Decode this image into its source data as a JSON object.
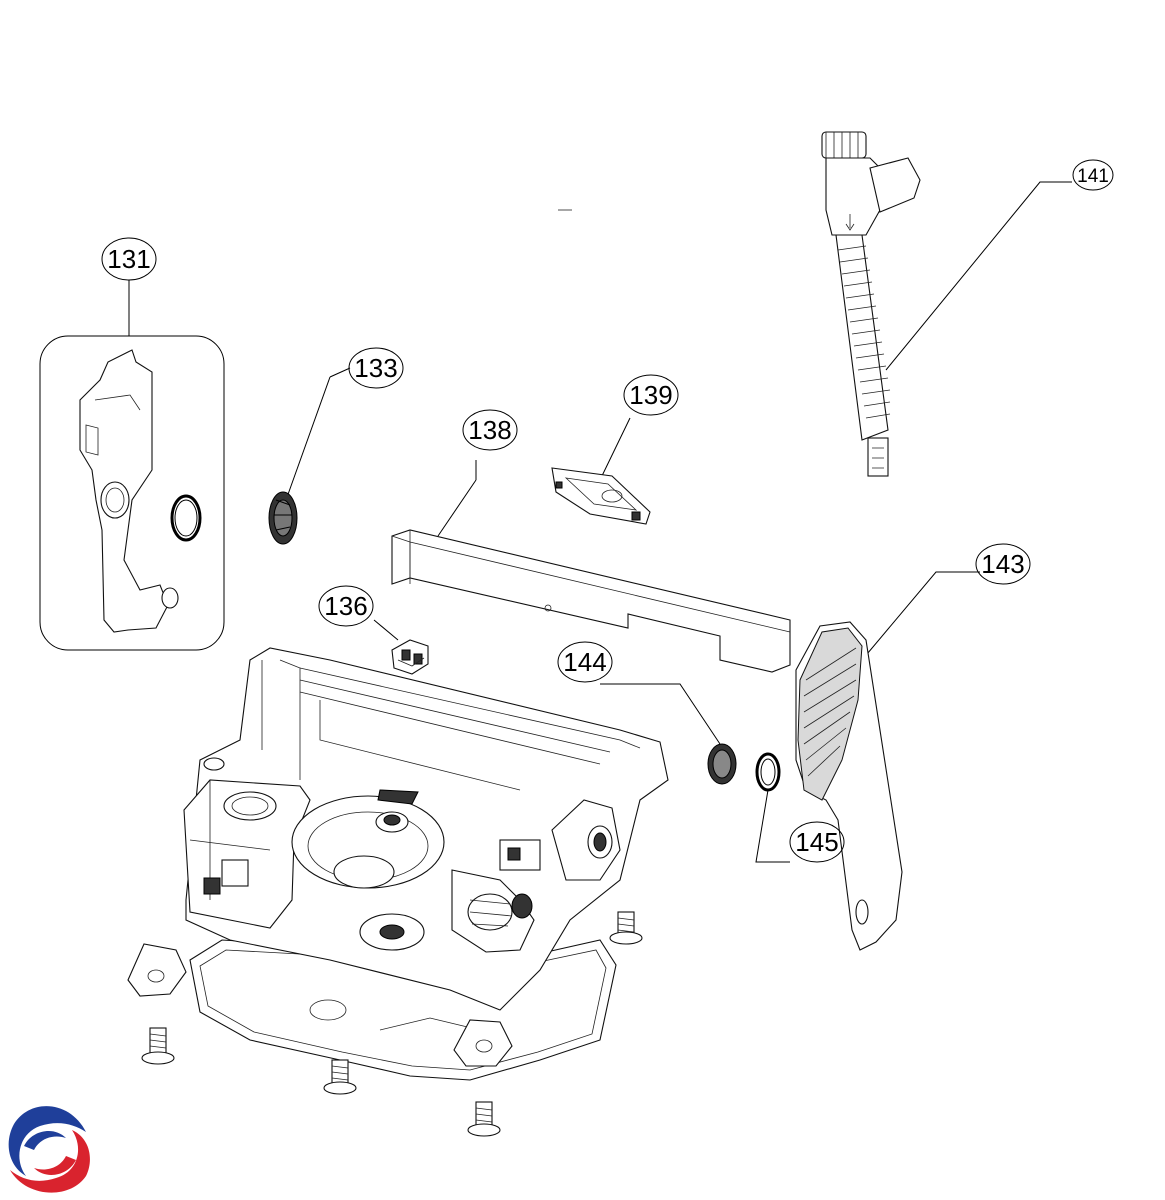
{
  "callouts": [
    {
      "id": "131",
      "label": "131"
    },
    {
      "id": "133",
      "label": "133"
    },
    {
      "id": "136",
      "label": "136"
    },
    {
      "id": "138",
      "label": "138"
    },
    {
      "id": "139",
      "label": "139"
    },
    {
      "id": "141",
      "label": "141"
    },
    {
      "id": "143",
      "label": "143"
    },
    {
      "id": "144",
      "label": "144"
    },
    {
      "id": "145",
      "label": "145"
    }
  ],
  "colors": {
    "logo_blue": "#1f3f9a",
    "logo_red": "#d9232e",
    "line": "#000000"
  },
  "logo": {
    "icon": "brand-swirl-logo"
  }
}
